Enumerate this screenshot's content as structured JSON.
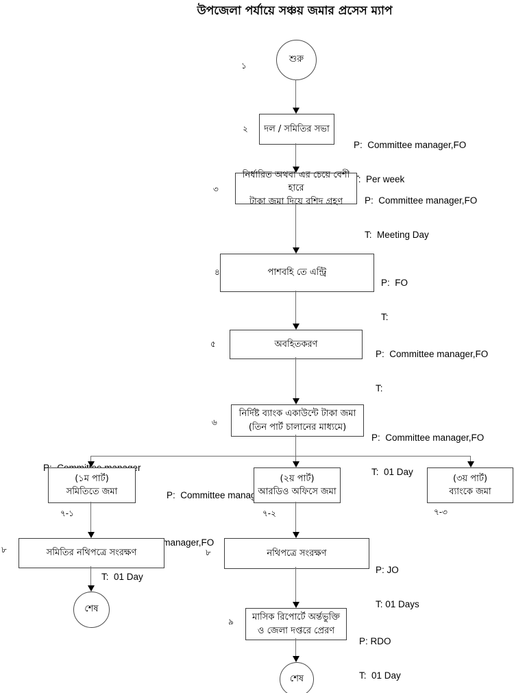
{
  "title": "উপজেলা পর্যায়ে সঞ্চয় জমার প্রসেস ম্যাপ",
  "terminals": {
    "start": "শুরু",
    "end_left": "শেষ",
    "end_bottom": "শেষ"
  },
  "steps": {
    "s1": {
      "num": "১"
    },
    "s2": {
      "num": "২",
      "lines": [
        "দল / সমিতির সভা"
      ],
      "p": "P:  Committee manager,FO",
      "t": "T:  Per week"
    },
    "s3": {
      "num": "৩",
      "lines": [
        "নির্ধারিত অথবা এর চেয়ে বেশী হারে",
        "টাকা জমা দিয়ে রশিদ গ্রহণ"
      ],
      "p": "P:  Committee manager,FO",
      "t": "T:  Meeting Day"
    },
    "s4": {
      "num": "৪",
      "lines": [
        "পাশবহি তে এন্ট্রি"
      ],
      "p": "P:  FO",
      "t": "T:"
    },
    "s5": {
      "num": "৫",
      "lines": [
        "অবহিতকরণ"
      ],
      "p": "P:  Committee manager,FO",
      "t": "T:"
    },
    "s6": {
      "num": "৬",
      "lines": [
        "নির্দিষ্ট ব্যাংক একাউন্টে টাকা জমা",
        "(তিন পার্ট চালানের মাধ্যমে)"
      ],
      "p": "P:  Committee manager,FO",
      "t": "T:  01 Day"
    },
    "s7a": {
      "num": "৭-১",
      "lines": [
        "(১ম পার্ট)",
        "সমিতিতে জমা"
      ],
      "p": "P:  Committee manager"
    },
    "s7b": {
      "num": "৭-২",
      "lines": [
        "(২য় পার্ট)",
        "আরডিও অফিসে জমা"
      ],
      "p": "P:  Committee manager"
    },
    "s7c": {
      "num": "৭-৩",
      "lines": [
        "(৩য় পার্ট)",
        "ব্যাংকে জমা"
      ]
    },
    "s8a": {
      "num": "৮",
      "lines": [
        "সমিতির নথিপত্রে সংরক্ষণ"
      ],
      "p": "P:  Committee manager,FO",
      "t": "T:  01 Day"
    },
    "s8b": {
      "num": "৮",
      "lines": [
        "নথিপত্রে সংরক্ষণ"
      ],
      "p": "P: JO",
      "t": "T: 01 Days"
    },
    "s9": {
      "num": "৯",
      "lines": [
        "মাসিক রিপোর্টে অর্ন্তভুক্তি",
        "ও জেলা দপ্তরে প্রেরণ"
      ],
      "p": "P: RDO",
      "t": "T:  01 Day"
    }
  },
  "colors": {
    "line": "#6f6f6f",
    "arrow": "#000000",
    "border": "#3d3d3d",
    "background": "#ffffff"
  }
}
